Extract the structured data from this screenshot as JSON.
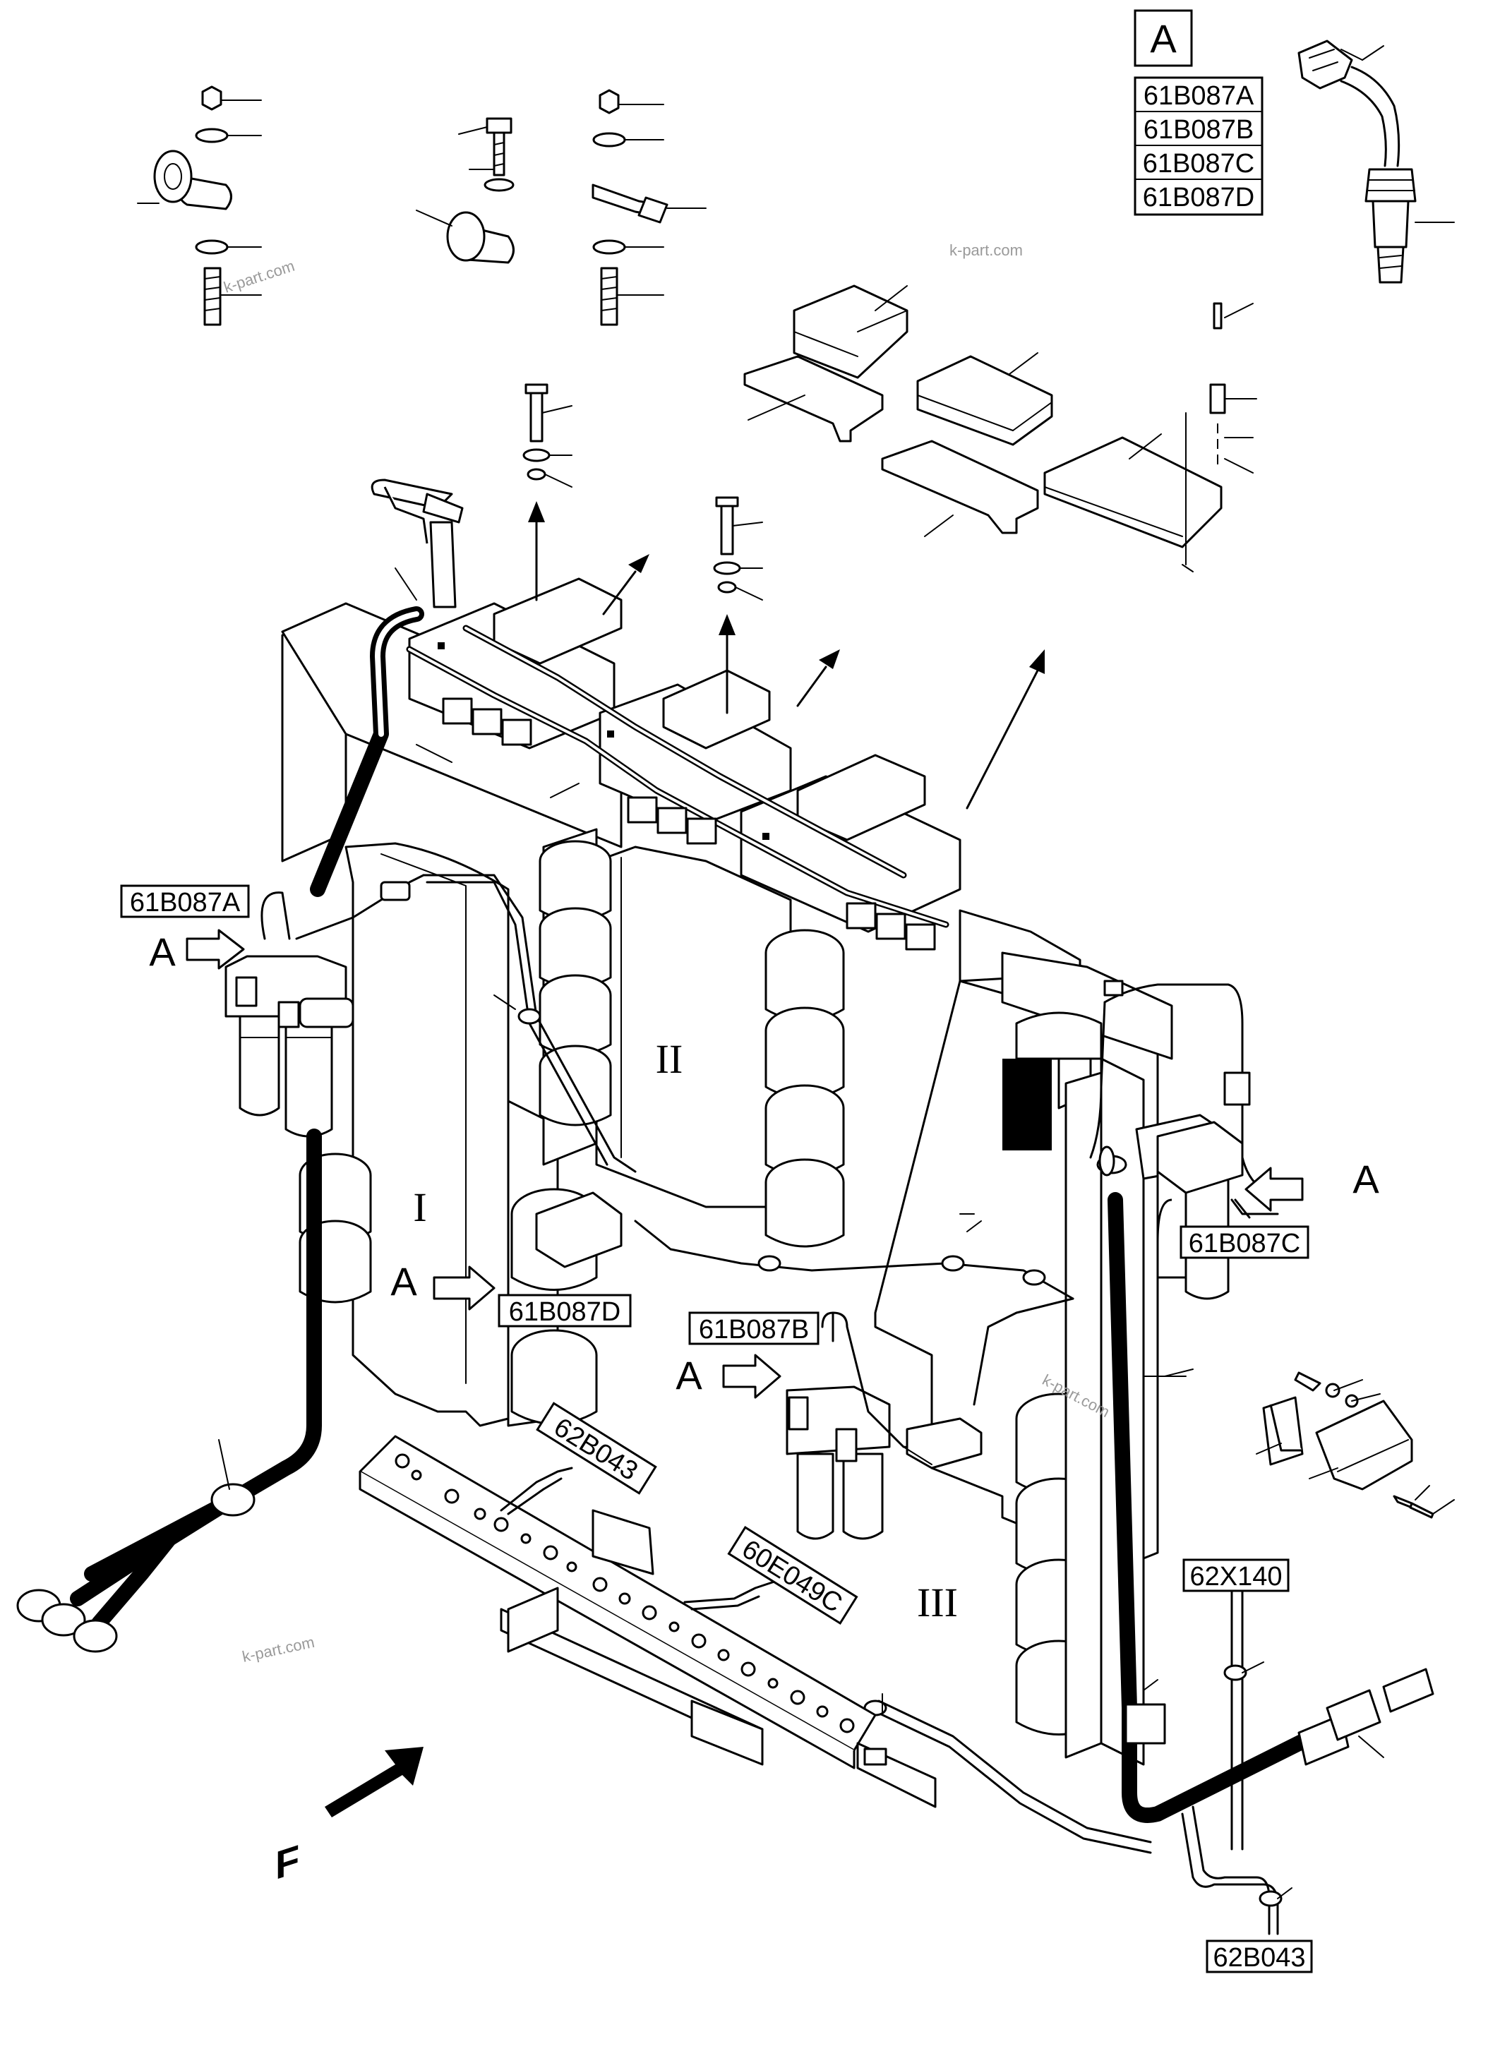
{
  "detail": {
    "letter": "A",
    "codes": [
      "61B087A",
      "61B087B",
      "61B087C",
      "61B087D"
    ]
  },
  "callouts": {
    "sensor_a": "61B087A",
    "sensor_b": "61B087B",
    "sensor_c": "61B087C",
    "sensor_d": "61B087D",
    "conn_top": "62B043",
    "conn_mid": "60E049C",
    "conn_right": "62X140",
    "conn_bottom": "62B043"
  },
  "view_arrows": {
    "a1": "A",
    "a2": "A",
    "a3": "A",
    "a4": "A"
  },
  "valve_sections": {
    "s1": "I",
    "s2": "II",
    "s3": "III"
  },
  "front_marker": "F",
  "watermarks": [
    "k-part.com",
    "k-part.com",
    "k-part.com",
    "k-part.com"
  ]
}
